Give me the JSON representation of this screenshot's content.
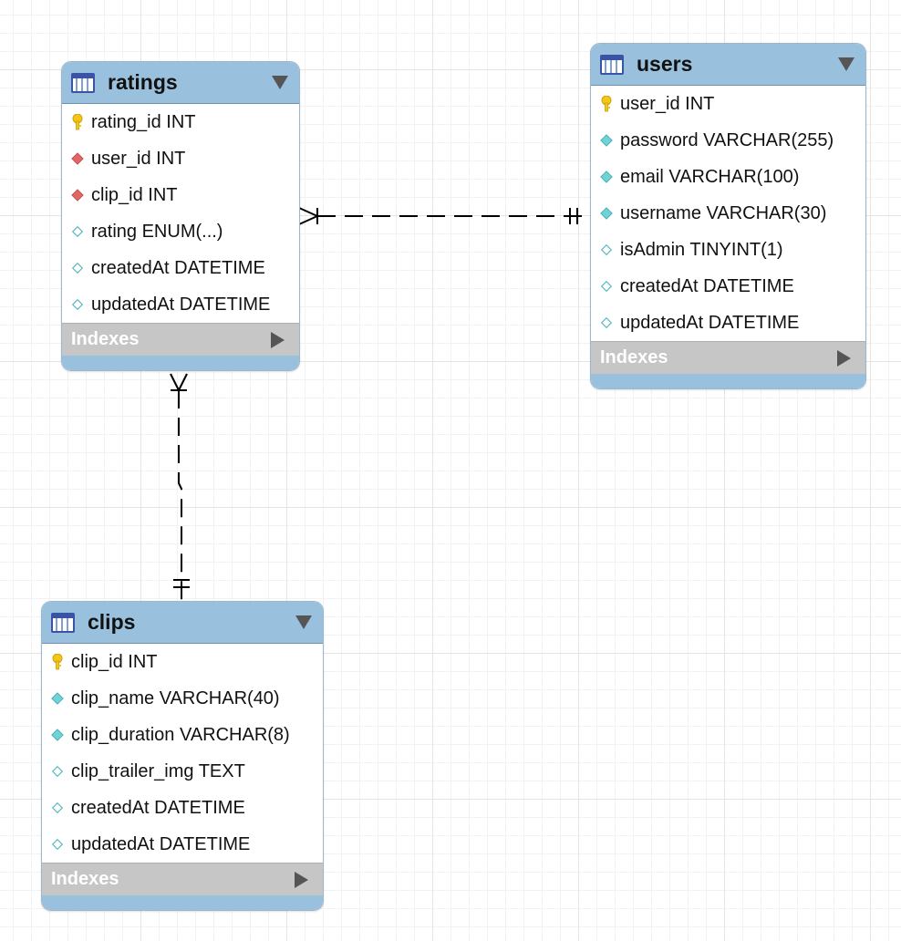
{
  "tables": {
    "ratings": {
      "name": "ratings",
      "columns": [
        {
          "text": "rating_id INT",
          "kind": "primary-key"
        },
        {
          "text": "user_id INT",
          "kind": "foreign-key"
        },
        {
          "text": "clip_id INT",
          "kind": "foreign-key"
        },
        {
          "text": "rating ENUM(...)",
          "kind": "nullable"
        },
        {
          "text": "createdAt DATETIME",
          "kind": "nullable"
        },
        {
          "text": "updatedAt DATETIME",
          "kind": "nullable"
        }
      ],
      "indexes_label": "Indexes"
    },
    "users": {
      "name": "users",
      "columns": [
        {
          "text": "user_id INT",
          "kind": "primary-key"
        },
        {
          "text": "password VARCHAR(255)",
          "kind": "not-null"
        },
        {
          "text": "email VARCHAR(100)",
          "kind": "not-null"
        },
        {
          "text": "username VARCHAR(30)",
          "kind": "not-null"
        },
        {
          "text": "isAdmin TINYINT(1)",
          "kind": "nullable"
        },
        {
          "text": "createdAt DATETIME",
          "kind": "nullable"
        },
        {
          "text": "updatedAt DATETIME",
          "kind": "nullable"
        }
      ],
      "indexes_label": "Indexes"
    },
    "clips": {
      "name": "clips",
      "columns": [
        {
          "text": "clip_id INT",
          "kind": "primary-key"
        },
        {
          "text": "clip_name VARCHAR(40)",
          "kind": "not-null"
        },
        {
          "text": "clip_duration VARCHAR(8)",
          "kind": "not-null"
        },
        {
          "text": "clip_trailer_img TEXT",
          "kind": "nullable"
        },
        {
          "text": "createdAt DATETIME",
          "kind": "nullable"
        },
        {
          "text": "updatedAt DATETIME",
          "kind": "nullable"
        }
      ],
      "indexes_label": "Indexes"
    }
  },
  "relationships": [
    {
      "from": "ratings",
      "to": "users",
      "from_cardinality": "many",
      "to_cardinality": "one-and-only-one",
      "style": "dashed"
    },
    {
      "from": "ratings",
      "to": "clips",
      "from_cardinality": "many",
      "to_cardinality": "one-and-only-one",
      "style": "dashed"
    }
  ],
  "colors": {
    "header": "#99c1dd",
    "indexes_bar": "#c6c6c6",
    "primary_key": "#f5c518",
    "foreign_key": "#e06666",
    "not_null": "#6fd3d8"
  }
}
